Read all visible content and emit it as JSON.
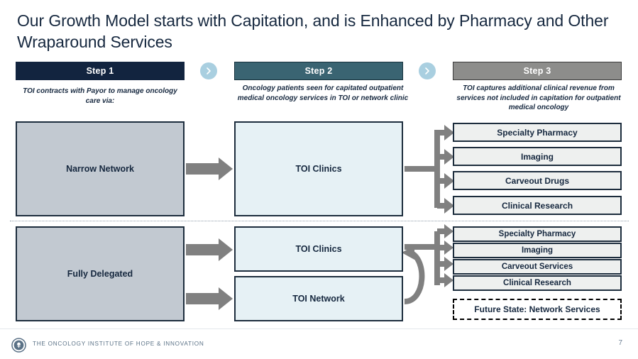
{
  "slide": {
    "title": "Our Growth Model starts with Capitation, and is Enhanced by Pharmacy and Other Wraparound Services",
    "page_number": "7"
  },
  "steps": [
    {
      "label": "Step 1",
      "caption": "TOI contracts with Payor to manage oncology care via:",
      "color": "#12243f"
    },
    {
      "label": "Step 2",
      "caption": "Oncology patients seen for capitated outpatient medical oncology services in TOI or network clinic",
      "color": "#3a6472"
    },
    {
      "label": "Step 3",
      "caption": "TOI captures additional clinical revenue from services not included in capitation for outpatient medical oncology",
      "color": "#8d8d8b"
    }
  ],
  "connector_icon": "chevron-right-icon",
  "rows": [
    {
      "model": "Narrow Network",
      "clinics": [
        "TOI Clinics"
      ],
      "services": [
        "Specialty Pharmacy",
        "Imaging",
        "Carveout Drugs",
        "Clinical Research"
      ],
      "future_state": null
    },
    {
      "model": "Fully Delegated",
      "clinics": [
        "TOI Clinics",
        "TOI Network"
      ],
      "services": [
        "Specialty Pharmacy",
        "Imaging",
        "Carveout Services",
        "Clinical Research"
      ],
      "future_state": "Future State: Network Services"
    }
  ],
  "footer": {
    "brand": "THE ONCOLOGY INSTITUTE OF HOPE & INNOVATION",
    "logo_icon": "tree-circle-logo"
  },
  "colors": {
    "navy": "#12243f",
    "teal": "#3a6472",
    "gray": "#8d8d8b",
    "chevron_circle": "#a9cfe0",
    "box_gray": "#c2c9d1",
    "box_blue": "#e6f1f5",
    "box_light": "#eef0ef",
    "arrow_gray": "#808080"
  }
}
